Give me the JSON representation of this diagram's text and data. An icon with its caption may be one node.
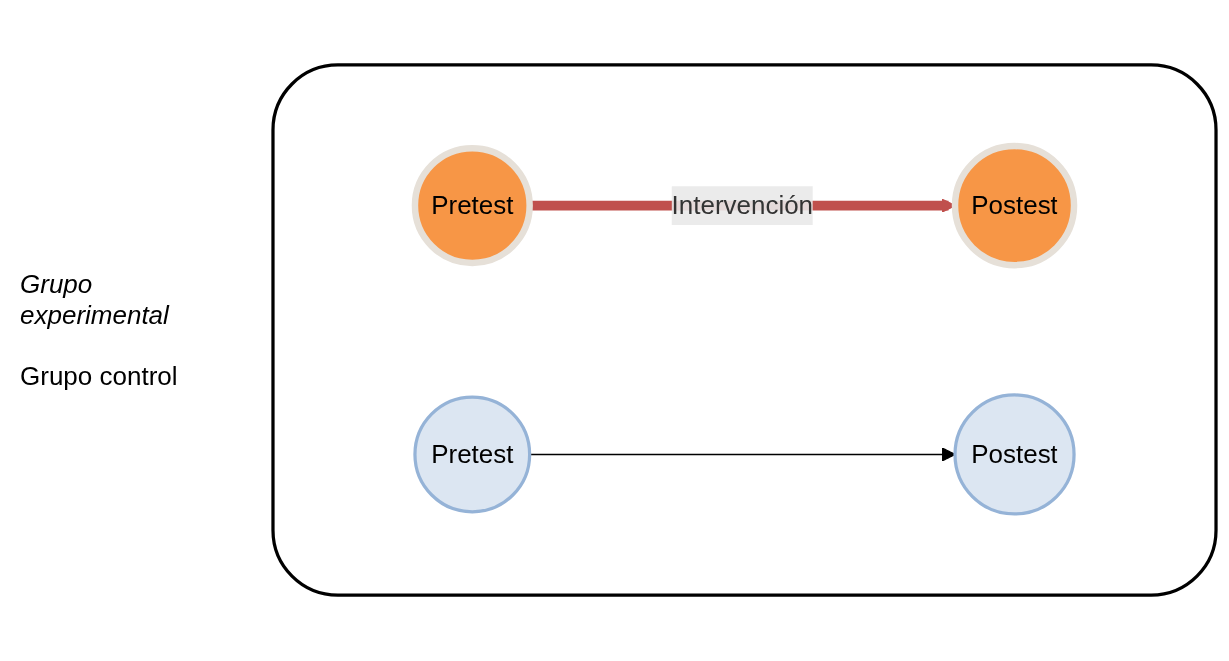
{
  "diagram": {
    "nodes": [
      {
        "text": [],
        "shape": "box"
      },
      {
        "text": [
          "Pretest"
        ],
        "in": 0
      },
      {
        "text": [
          "Postest"
        ],
        "in": 0
      },
      {
        "text": [
          "Pretest"
        ],
        "in": 0
      },
      {
        "text": [
          "Postest"
        ],
        "in": 0
      }
    ],
    "edges": [
      {
        "from": 1,
        "to": 2,
        "arrow": "to",
        "label": "Intervención",
        "style": "thick",
        "color": "#c0504d"
      },
      {
        "from": 3,
        "to": 4,
        "arrow": "to",
        "color": "#000000"
      }
    ],
    "labels": [
      "Grupo experimental",
      "Grupo control"
    ]
  }
}
